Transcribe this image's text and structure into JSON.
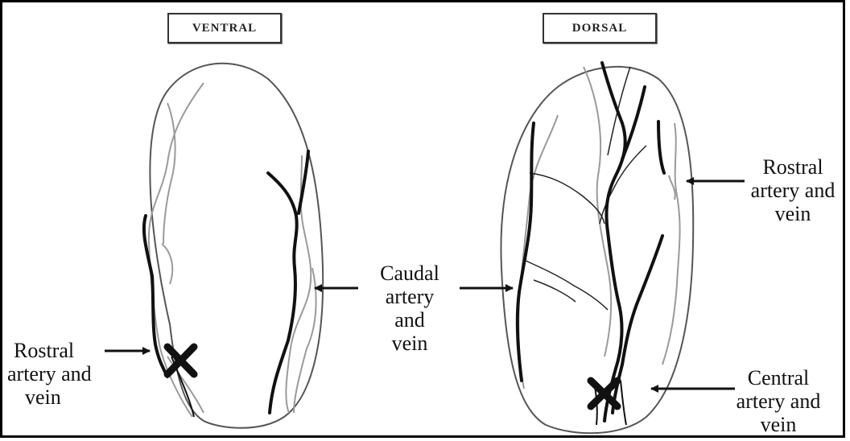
{
  "panels": {
    "ventral": {
      "title": "VENTRAL"
    },
    "dorsal": {
      "title": "DORSAL"
    }
  },
  "labels": {
    "rostral_left": {
      "lines": [
        "Rostral",
        "artery and",
        "vein"
      ]
    },
    "caudal": {
      "lines": [
        "Caudal",
        "artery",
        "and",
        "vein"
      ]
    },
    "rostral_right": {
      "lines": [
        "Rostral",
        "artery and",
        "vein"
      ]
    },
    "central": {
      "lines": [
        "Central",
        "artery and",
        "vein"
      ]
    }
  },
  "colors": {
    "ink": "#111111",
    "light_vessel": "#9a9a9a",
    "outline": "#555555"
  }
}
